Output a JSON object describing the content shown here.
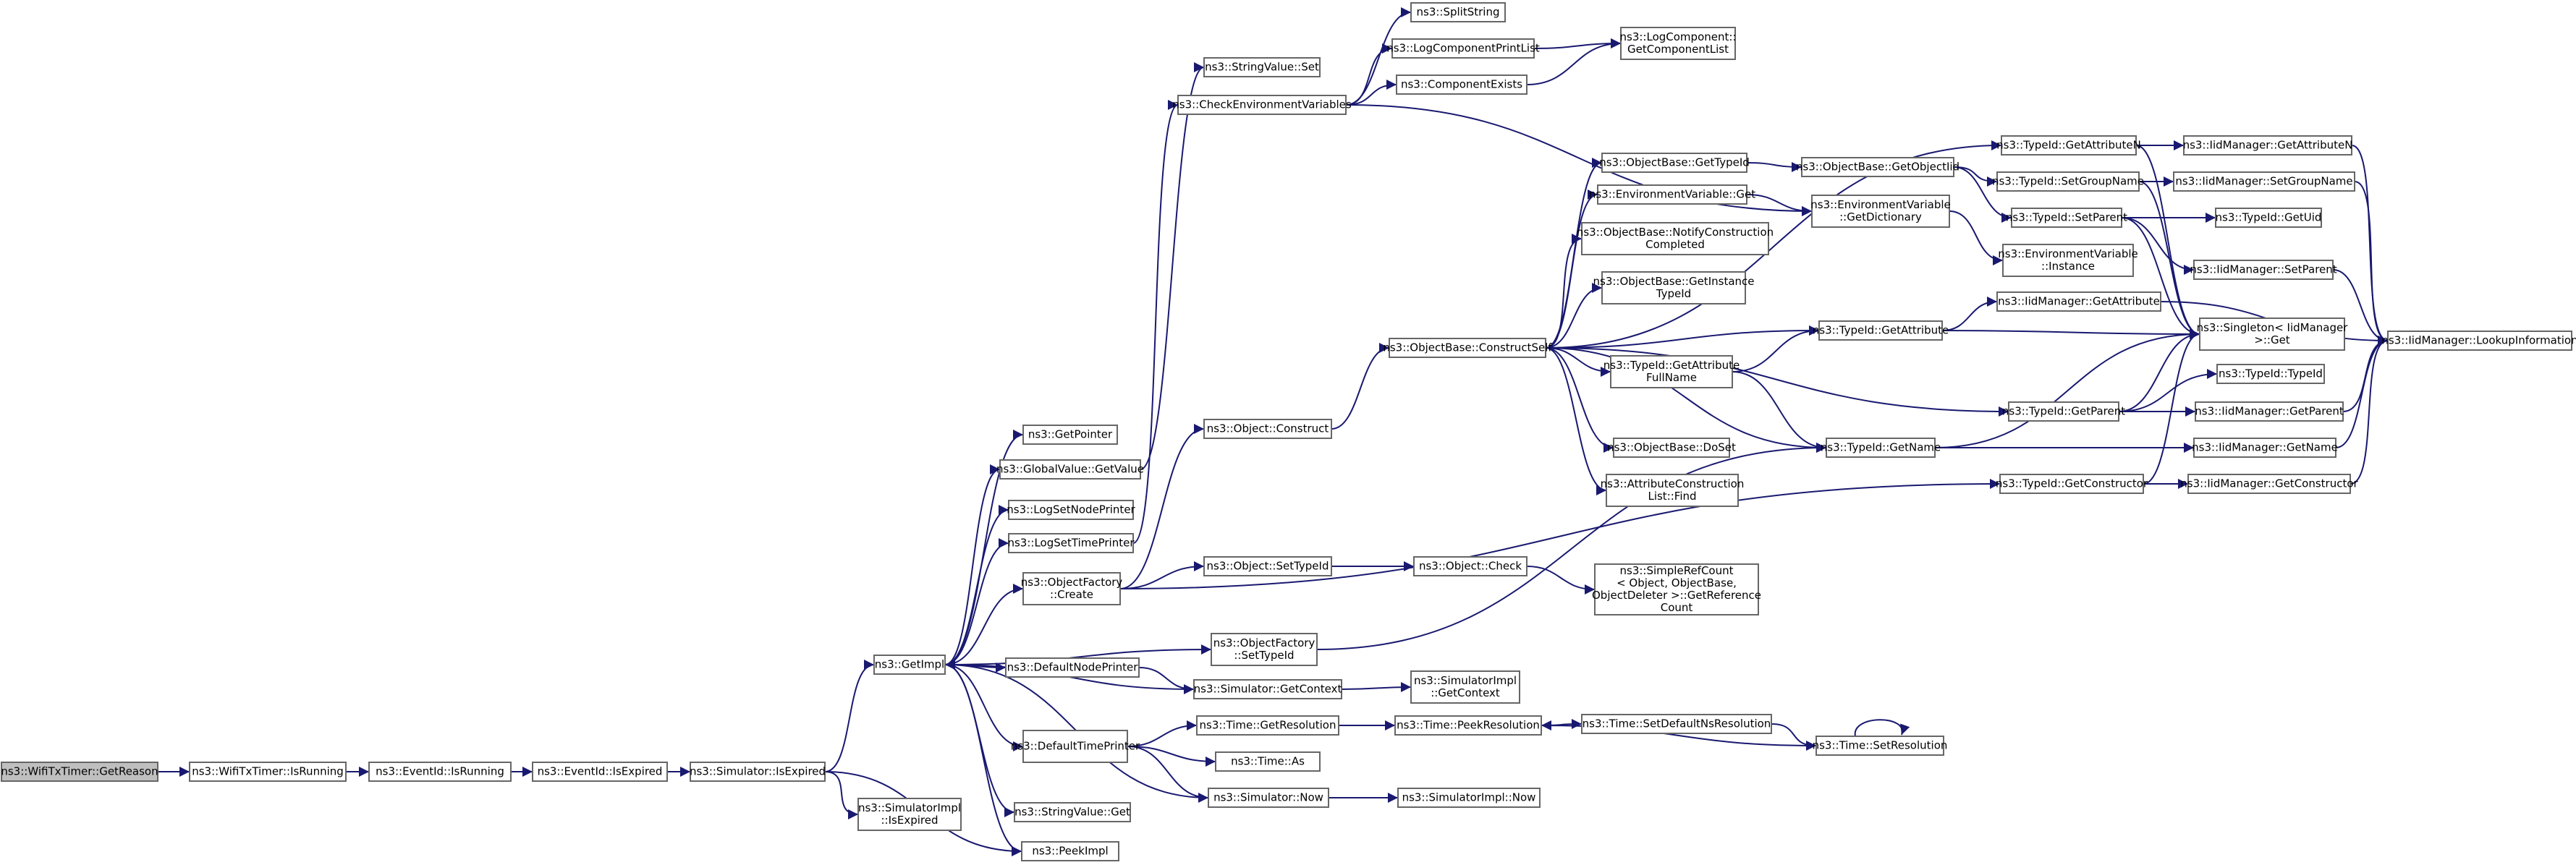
{
  "nodes": [
    {
      "id": "root",
      "lines": [
        "ns3::WifiTxTimer::GetReason"
      ]
    },
    {
      "id": "isrunning_wifi",
      "lines": [
        "ns3::WifiTxTimer::IsRunning"
      ]
    },
    {
      "id": "eventid_isrunning",
      "lines": [
        "ns3::EventId::IsRunning"
      ]
    },
    {
      "id": "eventid_isexpired",
      "lines": [
        "ns3::EventId::IsExpired"
      ]
    },
    {
      "id": "sim_isexpired",
      "lines": [
        "ns3::Simulator::IsExpired"
      ]
    },
    {
      "id": "simimpl_isexpired",
      "lines": [
        "ns3::SimulatorImpl",
        "::IsExpired"
      ]
    },
    {
      "id": "getimpl",
      "lines": [
        "ns3::GetImpl"
      ]
    },
    {
      "id": "getpointer",
      "lines": [
        "ns3::GetPointer"
      ]
    },
    {
      "id": "globalvalue_getvalue",
      "lines": [
        "ns3::GlobalValue::GetValue"
      ]
    },
    {
      "id": "logsetnodeprinter",
      "lines": [
        "ns3::LogSetNodePrinter"
      ]
    },
    {
      "id": "logsettimeprinter",
      "lines": [
        "ns3::LogSetTimePrinter"
      ]
    },
    {
      "id": "objectfactory_create",
      "lines": [
        "ns3::ObjectFactory",
        "::Create"
      ]
    },
    {
      "id": "defaultnodeprinter",
      "lines": [
        "ns3::DefaultNodePrinter"
      ]
    },
    {
      "id": "defaulttimeprinter",
      "lines": [
        "ns3::DefaultTimePrinter"
      ]
    },
    {
      "id": "stringvalue_get",
      "lines": [
        "ns3::StringValue::Get"
      ]
    },
    {
      "id": "peekimpl",
      "lines": [
        "ns3::PeekImpl"
      ]
    },
    {
      "id": "stringvalue_set",
      "lines": [
        "ns3::StringValue::Set"
      ]
    },
    {
      "id": "checkenv",
      "lines": [
        "ns3::CheckEnvironmentVariables"
      ]
    },
    {
      "id": "object_construct",
      "lines": [
        "ns3::Object::Construct"
      ]
    },
    {
      "id": "object_settypeid",
      "lines": [
        "ns3::Object::SetTypeId"
      ]
    },
    {
      "id": "objectfactory_settypeid",
      "lines": [
        "ns3::ObjectFactory",
        "::SetTypeId"
      ]
    },
    {
      "id": "sim_getcontext",
      "lines": [
        "ns3::Simulator::GetContext"
      ]
    },
    {
      "id": "time_getresolution",
      "lines": [
        "ns3::Time::GetResolution"
      ]
    },
    {
      "id": "time_as",
      "lines": [
        "ns3::Time::As"
      ]
    },
    {
      "id": "sim_now",
      "lines": [
        "ns3::Simulator::Now"
      ]
    },
    {
      "id": "splitstring",
      "lines": [
        "ns3::SplitString"
      ]
    },
    {
      "id": "logcomponentprintlist",
      "lines": [
        "ns3::LogComponentPrintList"
      ]
    },
    {
      "id": "componentexists",
      "lines": [
        "ns3::ComponentExists"
      ]
    },
    {
      "id": "logcomponent_getlist",
      "lines": [
        "ns3::LogComponent::",
        "GetComponentList"
      ]
    },
    {
      "id": "objectbase_constructself",
      "lines": [
        "ns3::ObjectBase::ConstructSelf"
      ]
    },
    {
      "id": "object_check",
      "lines": [
        "ns3::Object::Check"
      ]
    },
    {
      "id": "simimpl_getcontext",
      "lines": [
        "ns3::SimulatorImpl",
        "::GetContext"
      ]
    },
    {
      "id": "time_peekresolution",
      "lines": [
        "ns3::Time::PeekResolution"
      ]
    },
    {
      "id": "simimpl_now",
      "lines": [
        "ns3::SimulatorImpl::Now"
      ]
    },
    {
      "id": "objectbase_gettypeid",
      "lines": [
        "ns3::ObjectBase::GetTypeId"
      ]
    },
    {
      "id": "envvar_get",
      "lines": [
        "ns3::EnvironmentVariable::Get"
      ]
    },
    {
      "id": "objectbase_notify",
      "lines": [
        "ns3::ObjectBase::NotifyConstruction",
        "Completed"
      ]
    },
    {
      "id": "objectbase_getinstancetypeid",
      "lines": [
        "ns3::ObjectBase::GetInstance",
        "TypeId"
      ]
    },
    {
      "id": "typeid_getattributefullname",
      "lines": [
        "ns3::TypeId::GetAttribute",
        "FullName"
      ]
    },
    {
      "id": "objectbase_doset",
      "lines": [
        "ns3::ObjectBase::DoSet"
      ]
    },
    {
      "id": "attrconstructionlist_find",
      "lines": [
        "ns3::AttributeConstruction",
        "List::Find"
      ]
    },
    {
      "id": "simplerefcount",
      "lines": [
        "ns3::SimpleRefCount",
        "< Object, ObjectBase,",
        "ObjectDeleter >::GetReference",
        "Count"
      ]
    },
    {
      "id": "time_setdefaultnsresolution",
      "lines": [
        "ns3::Time::SetDefaultNsResolution"
      ]
    },
    {
      "id": "objectbase_getobjectiid",
      "lines": [
        "ns3::ObjectBase::GetObjectIid"
      ]
    },
    {
      "id": "envvar_getdictionary",
      "lines": [
        "ns3::EnvironmentVariable",
        "::GetDictionary"
      ]
    },
    {
      "id": "typeid_getattribute",
      "lines": [
        "ns3::TypeId::GetAttribute"
      ]
    },
    {
      "id": "typeid_getname",
      "lines": [
        "ns3::TypeId::GetName"
      ]
    },
    {
      "id": "time_setresolution",
      "lines": [
        "ns3::Time::SetResolution"
      ]
    },
    {
      "id": "typeid_getattributen",
      "lines": [
        "ns3::TypeId::GetAttributeN"
      ]
    },
    {
      "id": "typeid_setgroupname",
      "lines": [
        "ns3::TypeId::SetGroupName"
      ]
    },
    {
      "id": "typeid_setparent",
      "lines": [
        "ns3::TypeId::SetParent"
      ]
    },
    {
      "id": "envvar_instance",
      "lines": [
        "ns3::EnvironmentVariable",
        "::Instance"
      ]
    },
    {
      "id": "iidmanager_getattribute",
      "lines": [
        "ns3::IidManager::GetAttribute"
      ]
    },
    {
      "id": "typeid_getparent",
      "lines": [
        "ns3::TypeId::GetParent"
      ]
    },
    {
      "id": "typeid_getconstructor",
      "lines": [
        "ns3::TypeId::GetConstructor"
      ]
    },
    {
      "id": "iidmanager_getattributen",
      "lines": [
        "ns3::IidManager::GetAttributeN"
      ]
    },
    {
      "id": "iidmanager_setgroupname",
      "lines": [
        "ns3::IidManager::SetGroupName"
      ]
    },
    {
      "id": "typeid_getuid",
      "lines": [
        "ns3::TypeId::GetUid"
      ]
    },
    {
      "id": "iidmanager_setparent",
      "lines": [
        "ns3::IidManager::SetParent"
      ]
    },
    {
      "id": "singleton_get",
      "lines": [
        "ns3::Singleton< IidManager",
        " >::Get"
      ]
    },
    {
      "id": "typeid_typeid",
      "lines": [
        "ns3::TypeId::TypeId"
      ]
    },
    {
      "id": "iidmanager_getparent",
      "lines": [
        "ns3::IidManager::GetParent"
      ]
    },
    {
      "id": "iidmanager_getname",
      "lines": [
        "ns3::IidManager::GetName"
      ]
    },
    {
      "id": "iidmanager_getconstructor",
      "lines": [
        "ns3::IidManager::GetConstructor"
      ]
    },
    {
      "id": "iidmanager_lookupinformation",
      "lines": [
        "ns3::IidManager::LookupInformation"
      ]
    }
  ],
  "edges": [
    [
      "root",
      "isrunning_wifi"
    ],
    [
      "isrunning_wifi",
      "eventid_isrunning"
    ],
    [
      "eventid_isrunning",
      "eventid_isexpired"
    ],
    [
      "eventid_isexpired",
      "sim_isexpired"
    ],
    [
      "sim_isexpired",
      "getimpl"
    ],
    [
      "sim_isexpired",
      "simimpl_isexpired"
    ],
    [
      "sim_isexpired",
      "peekimpl"
    ],
    [
      "getimpl",
      "getpointer"
    ],
    [
      "getimpl",
      "globalvalue_getvalue"
    ],
    [
      "getimpl",
      "logsetnodeprinter"
    ],
    [
      "getimpl",
      "logsettimeprinter"
    ],
    [
      "getimpl",
      "objectfactory_create"
    ],
    [
      "getimpl",
      "objectfactory_settypeid"
    ],
    [
      "getimpl",
      "defaultnodeprinter"
    ],
    [
      "getimpl",
      "defaulttimeprinter"
    ],
    [
      "getimpl",
      "stringvalue_get"
    ],
    [
      "getimpl",
      "peekimpl"
    ],
    [
      "globalvalue_getvalue",
      "stringvalue_set"
    ],
    [
      "logsettimeprinter",
      "checkenv"
    ],
    [
      "checkenv",
      "splitstring"
    ],
    [
      "checkenv",
      "logcomponentprintlist"
    ],
    [
      "checkenv",
      "componentexists"
    ],
    [
      "checkenv",
      "envvar_getdictionary"
    ],
    [
      "logcomponentprintlist",
      "logcomponent_getlist"
    ],
    [
      "componentexists",
      "logcomponent_getlist"
    ],
    [
      "objectfactory_create",
      "object_construct"
    ],
    [
      "objectfactory_create",
      "object_settypeid"
    ],
    [
      "objectfactory_create",
      "typeid_getconstructor"
    ],
    [
      "object_construct",
      "objectbase_constructself"
    ],
    [
      "object_settypeid",
      "object_check"
    ],
    [
      "object_check",
      "simplerefcount"
    ],
    [
      "objectfactory_settypeid",
      "typeid_getname"
    ],
    [
      "defaultnodeprinter",
      "sim_getcontext"
    ],
    [
      "sim_getcontext",
      "getimpl"
    ],
    [
      "sim_getcontext",
      "simimpl_getcontext"
    ],
    [
      "defaulttimeprinter",
      "time_getresolution"
    ],
    [
      "defaulttimeprinter",
      "time_as"
    ],
    [
      "defaulttimeprinter",
      "sim_now"
    ],
    [
      "time_getresolution",
      "time_peekresolution"
    ],
    [
      "sim_now",
      "getimpl"
    ],
    [
      "sim_now",
      "simimpl_now"
    ],
    [
      "time_peekresolution",
      "time_setdefaultnsresolution"
    ],
    [
      "time_setdefaultnsresolution",
      "time_setresolution"
    ],
    [
      "time_setresolution",
      "time_peekresolution"
    ],
    [
      "time_setresolution",
      "time_setresolution"
    ],
    [
      "objectbase_constructself",
      "objectbase_gettypeid"
    ],
    [
      "objectbase_constructself",
      "envvar_get"
    ],
    [
      "objectbase_constructself",
      "objectbase_notify"
    ],
    [
      "objectbase_constructself",
      "objectbase_getinstancetypeid"
    ],
    [
      "objectbase_constructself",
      "typeid_getattributefullname"
    ],
    [
      "objectbase_constructself",
      "objectbase_doset"
    ],
    [
      "objectbase_constructself",
      "attrconstructionlist_find"
    ],
    [
      "objectbase_constructself",
      "typeid_getattribute"
    ],
    [
      "objectbase_constructself",
      "typeid_getattributen"
    ],
    [
      "objectbase_constructself",
      "typeid_getparent"
    ],
    [
      "objectbase_constructself",
      "typeid_getname"
    ],
    [
      "objectbase_gettypeid",
      "objectbase_getobjectiid"
    ],
    [
      "objectbase_getobjectiid",
      "typeid_setgroupname"
    ],
    [
      "objectbase_getobjectiid",
      "typeid_setparent"
    ],
    [
      "envvar_get",
      "envvar_getdictionary"
    ],
    [
      "envvar_getdictionary",
      "envvar_instance"
    ],
    [
      "typeid_getattributefullname",
      "typeid_getattribute"
    ],
    [
      "typeid_getattributefullname",
      "typeid_getname"
    ],
    [
      "typeid_getattribute",
      "iidmanager_getattribute"
    ],
    [
      "typeid_getattribute",
      "singleton_get"
    ],
    [
      "typeid_getname",
      "iidmanager_getname"
    ],
    [
      "typeid_getname",
      "singleton_get"
    ],
    [
      "typeid_getattributen",
      "iidmanager_getattributen"
    ],
    [
      "typeid_getattributen",
      "singleton_get"
    ],
    [
      "typeid_setgroupname",
      "iidmanager_setgroupname"
    ],
    [
      "typeid_setgroupname",
      "singleton_get"
    ],
    [
      "typeid_setparent",
      "typeid_getuid"
    ],
    [
      "typeid_setparent",
      "iidmanager_setparent"
    ],
    [
      "typeid_setparent",
      "singleton_get"
    ],
    [
      "typeid_getparent",
      "typeid_typeid"
    ],
    [
      "typeid_getparent",
      "iidmanager_getparent"
    ],
    [
      "typeid_getparent",
      "singleton_get"
    ],
    [
      "typeid_getconstructor",
      "iidmanager_getconstructor"
    ],
    [
      "typeid_getconstructor",
      "singleton_get"
    ],
    [
      "iidmanager_getattributen",
      "iidmanager_lookupinformation"
    ],
    [
      "iidmanager_setgroupname",
      "iidmanager_lookupinformation"
    ],
    [
      "iidmanager_setparent",
      "iidmanager_lookupinformation"
    ],
    [
      "iidmanager_getparent",
      "iidmanager_lookupinformation"
    ],
    [
      "iidmanager_getname",
      "iidmanager_lookupinformation"
    ],
    [
      "iidmanager_getconstructor",
      "iidmanager_lookupinformation"
    ],
    [
      "iidmanager_getattribute",
      "iidmanager_lookupinformation"
    ]
  ]
}
